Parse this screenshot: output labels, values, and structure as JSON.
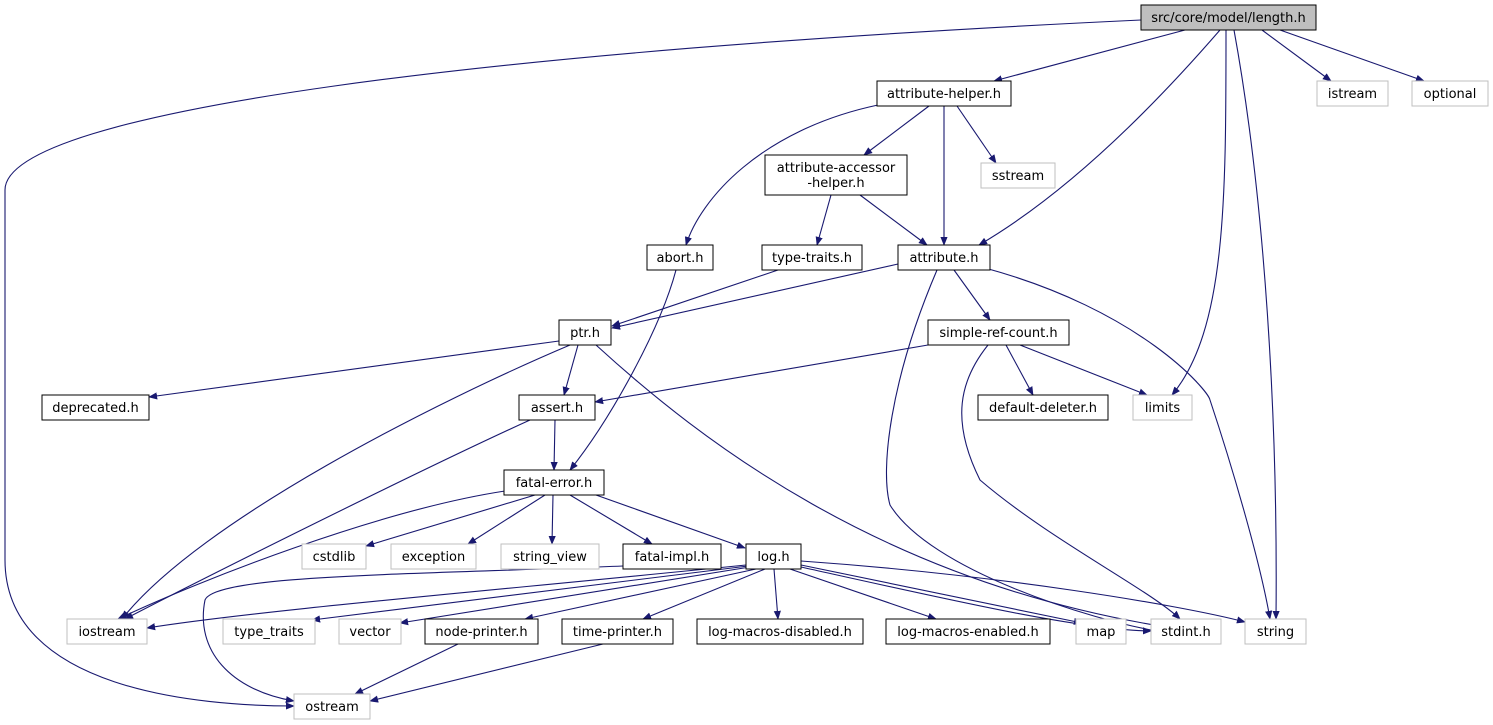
{
  "diagram": {
    "nodes": [
      {
        "id": "length",
        "label": "src/core/model/length.h",
        "kind": "root"
      },
      {
        "id": "attribute-helper",
        "label": "attribute-helper.h",
        "kind": "documented"
      },
      {
        "id": "istream",
        "label": "istream",
        "kind": "external"
      },
      {
        "id": "optional",
        "label": "optional",
        "kind": "external"
      },
      {
        "id": "attribute-accessor-helper",
        "label": [
          "attribute-accessor",
          "-helper.h"
        ],
        "kind": "documented"
      },
      {
        "id": "sstream",
        "label": "sstream",
        "kind": "external"
      },
      {
        "id": "abort",
        "label": "abort.h",
        "kind": "documented"
      },
      {
        "id": "type-traits",
        "label": "type-traits.h",
        "kind": "documented"
      },
      {
        "id": "attribute",
        "label": "attribute.h",
        "kind": "documented"
      },
      {
        "id": "ptr",
        "label": "ptr.h",
        "kind": "documented"
      },
      {
        "id": "simple-ref-count",
        "label": "simple-ref-count.h",
        "kind": "documented"
      },
      {
        "id": "deprecated",
        "label": "deprecated.h",
        "kind": "documented"
      },
      {
        "id": "assert",
        "label": "assert.h",
        "kind": "documented"
      },
      {
        "id": "default-deleter",
        "label": "default-deleter.h",
        "kind": "documented"
      },
      {
        "id": "limits",
        "label": "limits",
        "kind": "external"
      },
      {
        "id": "fatal-error",
        "label": "fatal-error.h",
        "kind": "documented"
      },
      {
        "id": "cstdlib",
        "label": "cstdlib",
        "kind": "external"
      },
      {
        "id": "exception",
        "label": "exception",
        "kind": "external"
      },
      {
        "id": "string_view",
        "label": "string_view",
        "kind": "external"
      },
      {
        "id": "fatal-impl",
        "label": "fatal-impl.h",
        "kind": "documented"
      },
      {
        "id": "log",
        "label": "log.h",
        "kind": "documented"
      },
      {
        "id": "iostream",
        "label": "iostream",
        "kind": "external"
      },
      {
        "id": "type_traits",
        "label": "type_traits",
        "kind": "external"
      },
      {
        "id": "vector",
        "label": "vector",
        "kind": "external"
      },
      {
        "id": "node-printer",
        "label": "node-printer.h",
        "kind": "documented"
      },
      {
        "id": "time-printer",
        "label": "time-printer.h",
        "kind": "documented"
      },
      {
        "id": "log-macros-disabled",
        "label": "log-macros-disabled.h",
        "kind": "documented"
      },
      {
        "id": "log-macros-enabled",
        "label": "log-macros-enabled.h",
        "kind": "documented"
      },
      {
        "id": "map",
        "label": "map",
        "kind": "external"
      },
      {
        "id": "stdint",
        "label": "stdint.h",
        "kind": "external"
      },
      {
        "id": "string",
        "label": "string",
        "kind": "external"
      },
      {
        "id": "ostream",
        "label": "ostream",
        "kind": "external"
      }
    ],
    "edges": [
      {
        "from": "length",
        "to": "attribute-helper"
      },
      {
        "from": "length",
        "to": "istream"
      },
      {
        "from": "length",
        "to": "optional"
      },
      {
        "from": "length",
        "to": "attribute"
      },
      {
        "from": "length",
        "to": "limits"
      },
      {
        "from": "length",
        "to": "string"
      },
      {
        "from": "length",
        "to": "ostream"
      },
      {
        "from": "attribute-helper",
        "to": "attribute-accessor-helper"
      },
      {
        "from": "attribute-helper",
        "to": "sstream"
      },
      {
        "from": "attribute-helper",
        "to": "abort"
      },
      {
        "from": "attribute-helper",
        "to": "attribute"
      },
      {
        "from": "attribute-accessor-helper",
        "to": "type-traits"
      },
      {
        "from": "attribute-accessor-helper",
        "to": "attribute"
      },
      {
        "from": "abort",
        "to": "fatal-error"
      },
      {
        "from": "type-traits",
        "to": "ptr"
      },
      {
        "from": "attribute",
        "to": "ptr"
      },
      {
        "from": "attribute",
        "to": "simple-ref-count"
      },
      {
        "from": "attribute",
        "to": "stdint"
      },
      {
        "from": "attribute",
        "to": "string"
      },
      {
        "from": "ptr",
        "to": "deprecated"
      },
      {
        "from": "ptr",
        "to": "assert"
      },
      {
        "from": "ptr",
        "to": "iostream"
      },
      {
        "from": "ptr",
        "to": "stdint"
      },
      {
        "from": "simple-ref-count",
        "to": "assert"
      },
      {
        "from": "simple-ref-count",
        "to": "default-deleter"
      },
      {
        "from": "simple-ref-count",
        "to": "limits"
      },
      {
        "from": "simple-ref-count",
        "to": "stdint"
      },
      {
        "from": "assert",
        "to": "fatal-error"
      },
      {
        "from": "assert",
        "to": "iostream"
      },
      {
        "from": "fatal-error",
        "to": "cstdlib"
      },
      {
        "from": "fatal-error",
        "to": "exception"
      },
      {
        "from": "fatal-error",
        "to": "string_view"
      },
      {
        "from": "fatal-error",
        "to": "fatal-impl"
      },
      {
        "from": "fatal-error",
        "to": "log"
      },
      {
        "from": "fatal-error",
        "to": "iostream"
      },
      {
        "from": "fatal-impl",
        "to": "ostream"
      },
      {
        "from": "log",
        "to": "iostream"
      },
      {
        "from": "log",
        "to": "type_traits"
      },
      {
        "from": "log",
        "to": "vector"
      },
      {
        "from": "log",
        "to": "node-printer"
      },
      {
        "from": "log",
        "to": "time-printer"
      },
      {
        "from": "log",
        "to": "log-macros-disabled"
      },
      {
        "from": "log",
        "to": "log-macros-enabled"
      },
      {
        "from": "log",
        "to": "map"
      },
      {
        "from": "log",
        "to": "stdint"
      },
      {
        "from": "log",
        "to": "string"
      },
      {
        "from": "node-printer",
        "to": "ostream"
      },
      {
        "from": "time-printer",
        "to": "ostream"
      }
    ],
    "colors": {
      "edge": "#191970",
      "root_fill": "#bfbfbf",
      "root_stroke": "#000000",
      "documented_fill": "#ffffff",
      "documented_stroke": "#000000",
      "external_fill": "#ffffff",
      "external_stroke": "#bfbfbf"
    }
  }
}
